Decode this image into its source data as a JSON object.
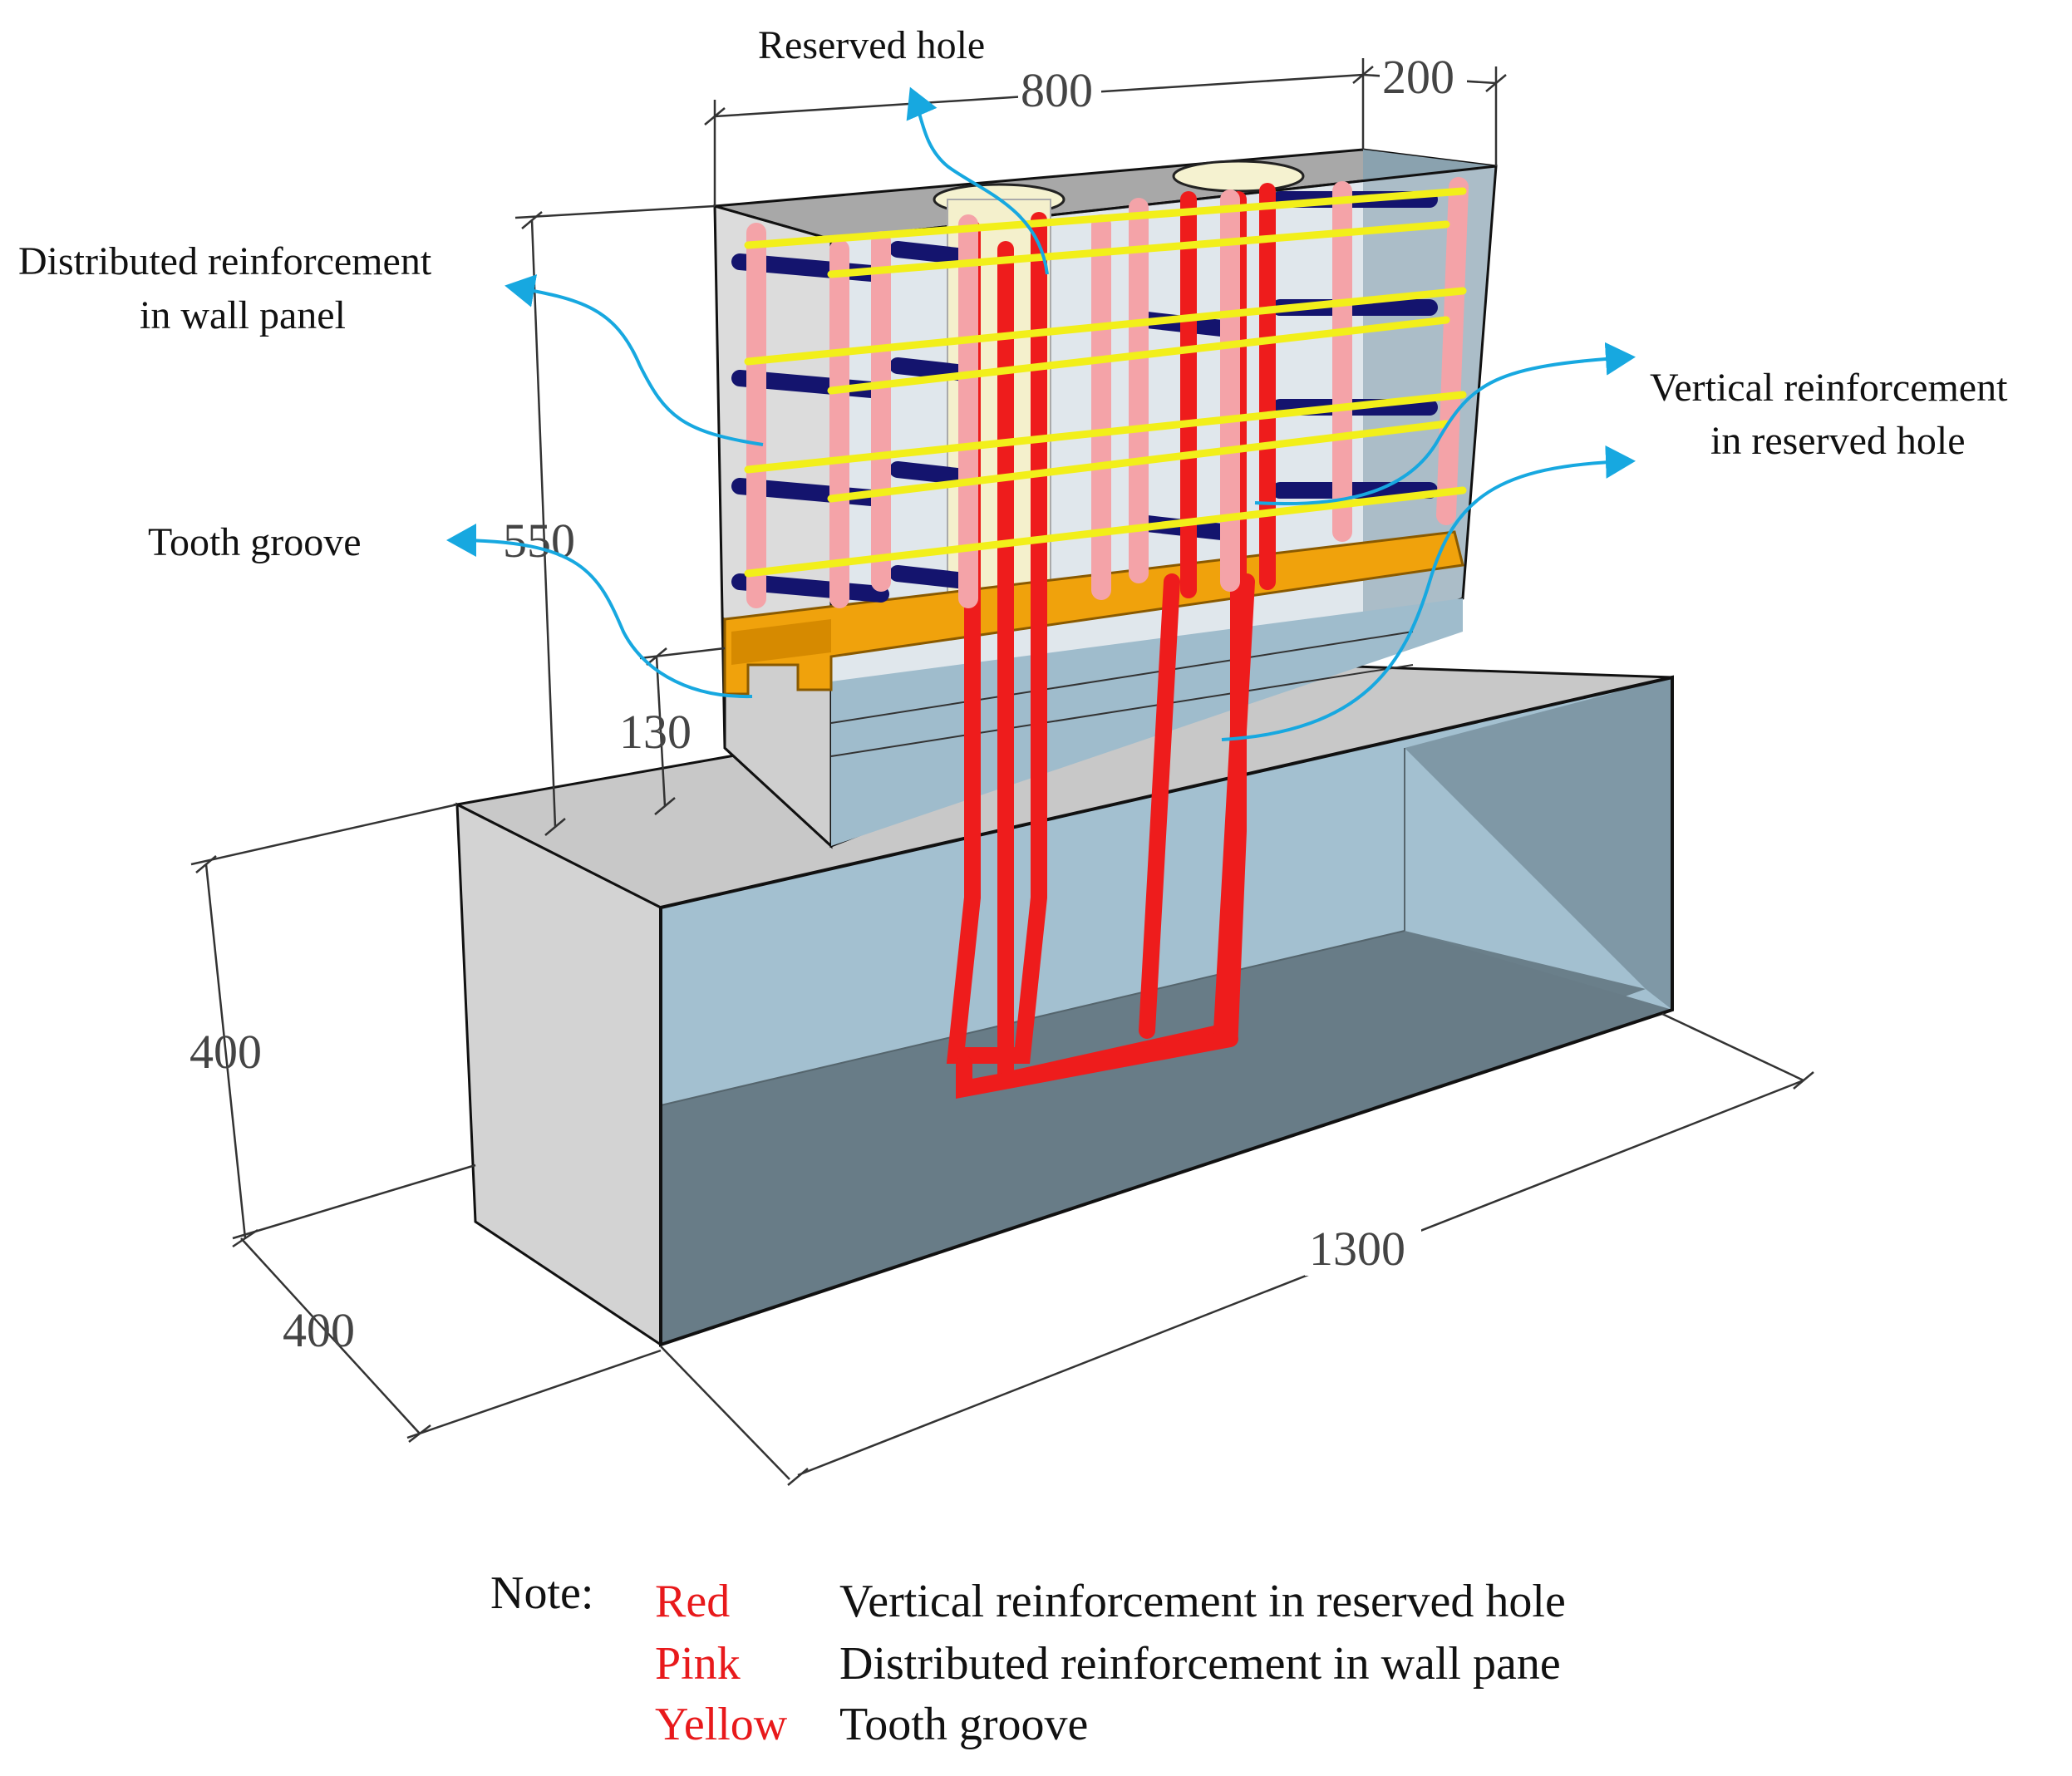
{
  "labels": {
    "reserved_hole": "Reserved hole",
    "distributed_line1": "Distributed reinforcement",
    "distributed_line2": "in wall panel",
    "vertical_line1": "Vertical reinforcement",
    "vertical_line2": "in reserved hole",
    "tooth_groove": "Tooth groove"
  },
  "dimensions": {
    "wall_length": "800",
    "wall_thickness": "200",
    "wall_height": "550",
    "groove_height": "130",
    "base_height": "400",
    "base_width": "400",
    "base_length": "1300"
  },
  "note": {
    "title": "Note:",
    "items": [
      {
        "key": "Red",
        "description": "Vertical reinforcement in reserved hole"
      },
      {
        "key": "Pink",
        "description": "Distributed reinforcement in wall pane"
      },
      {
        "key": "Yellow",
        "description": "Tooth groove"
      }
    ]
  },
  "colors": {
    "vertical_bar": "#ee1c1c",
    "distributed_bar": "#f4a3a8",
    "tie_bar": "#14146e",
    "horizontal_bar": "#f2ef1a",
    "tooth_groove": "#f0a20c",
    "leader_arrow": "#17a8e0",
    "note_key": "#e8191b"
  }
}
